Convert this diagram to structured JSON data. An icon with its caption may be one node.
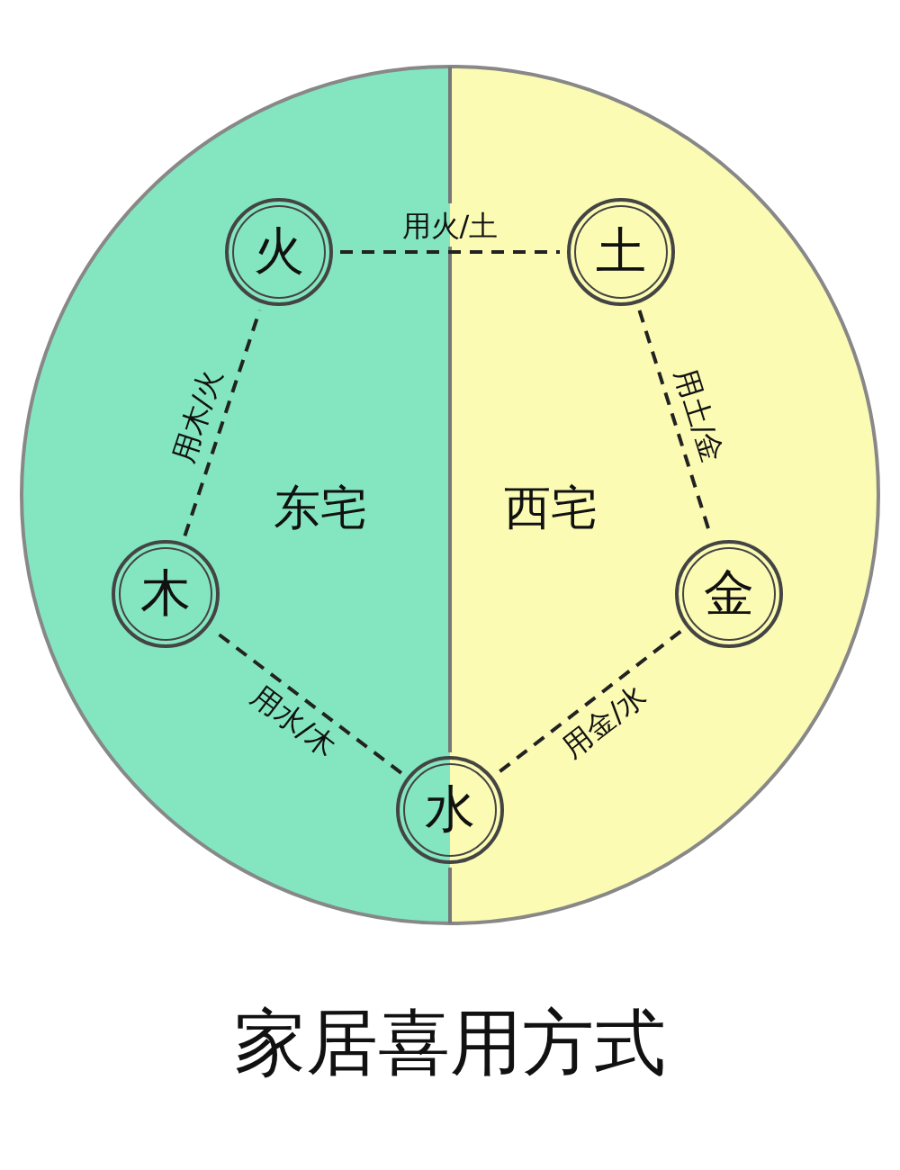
{
  "diagram": {
    "title": "家居喜用方式",
    "nodes": [
      {
        "text": [
          "东宅"
        ]
      },
      {
        "text": [
          "西宅"
        ]
      },
      {
        "text": [
          "火"
        ],
        "in": 0
      },
      {
        "text": [
          "土"
        ],
        "in": 1
      },
      {
        "text": [
          "木"
        ],
        "in": 0
      },
      {
        "text": [
          "金"
        ],
        "in": 1
      },
      {
        "text": [
          "水"
        ]
      }
    ],
    "edges": [
      {
        "from": 2,
        "to": 3,
        "arrow": "none",
        "label": "用火/土",
        "style": "dashed"
      },
      {
        "from": 3,
        "to": 5,
        "arrow": "none",
        "label": "用土/金",
        "style": "dashed"
      },
      {
        "from": 5,
        "to": 6,
        "arrow": "none",
        "label": "用金/水",
        "style": "dashed"
      },
      {
        "from": 6,
        "to": 4,
        "arrow": "none",
        "label": "用水/木",
        "style": "dashed"
      },
      {
        "from": 4,
        "to": 2,
        "arrow": "none",
        "label": "用木/火",
        "style": "dashed"
      }
    ]
  }
}
